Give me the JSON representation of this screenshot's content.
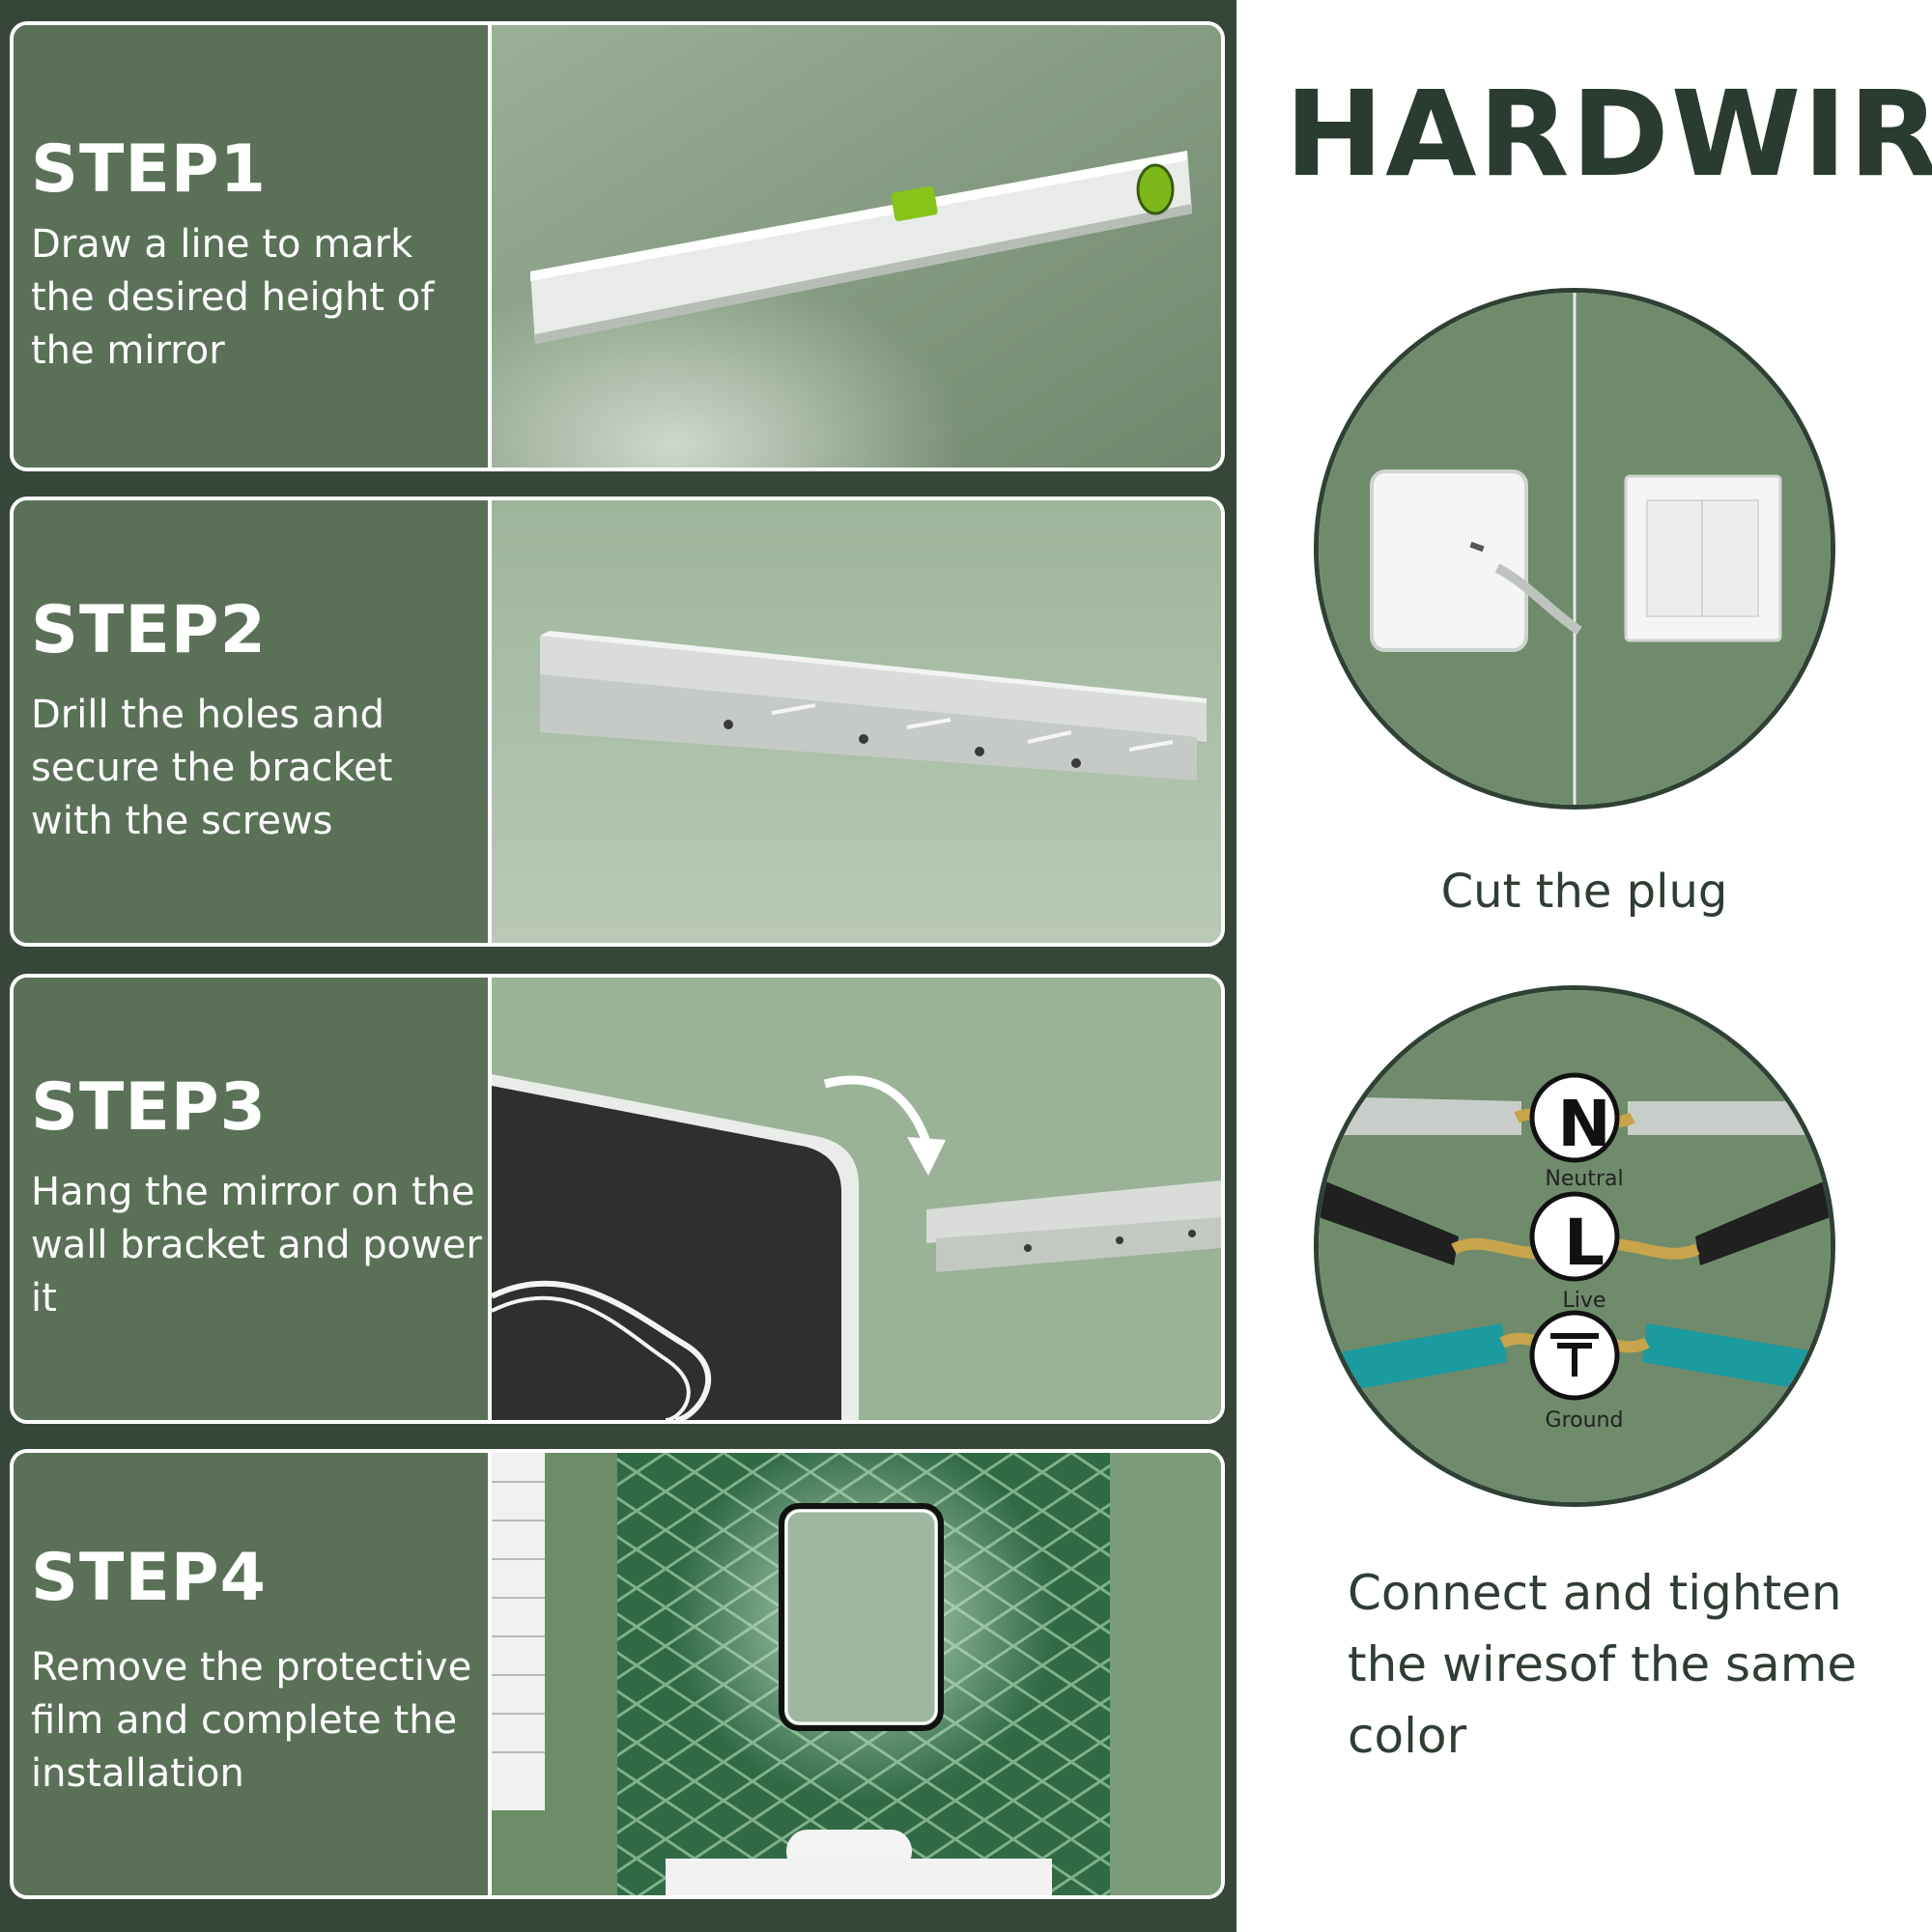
{
  "steps": [
    {
      "title": "STEP1",
      "description": "Draw a line to mark the desired height of the mirror"
    },
    {
      "title": "STEP2",
      "description": "Drill the holes and secure the bracket with the screws"
    },
    {
      "title": "STEP3",
      "description": "Hang the mirror on the wall bracket and power it"
    },
    {
      "title": "STEP4",
      "description": "Remove the protective film and complete the installation"
    }
  ],
  "right": {
    "title": "HARDWIRE",
    "caption_plug": "Cut the plug",
    "caption_connect": "Connect and tighten the wiresof the same color",
    "wires": {
      "neutral": {
        "letter": "N",
        "label": "Neutral"
      },
      "live": {
        "letter": "L",
        "label": "Live"
      },
      "ground": {
        "label": "Ground"
      }
    }
  },
  "colors": {
    "dark_green": "#36473a",
    "panel_green": "#5a7158",
    "wall_green": "#8fa88b",
    "title_color": "#2a3b30",
    "level_green": "#86c41a",
    "ground_wire": "#1b9aa0"
  }
}
